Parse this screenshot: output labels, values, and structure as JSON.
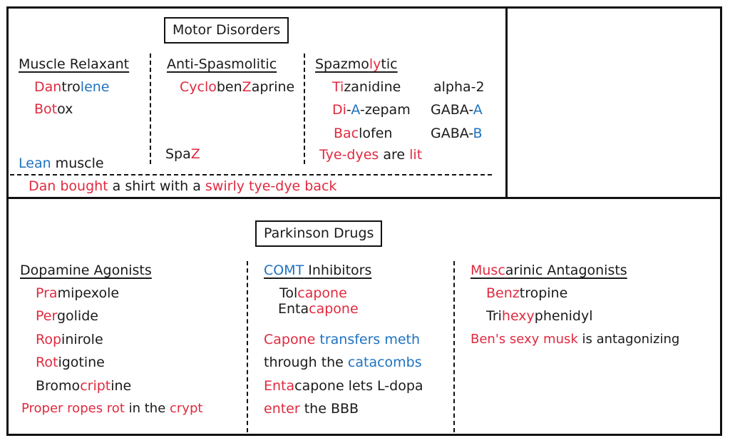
{
  "motor": {
    "title": "Motor Disorders",
    "muscle_relaxant": {
      "heading": "Muscle Relaxant",
      "drug1": {
        "a": "Dan",
        "b": "tro",
        "c": "lene"
      },
      "drug2": {
        "a": "Bot",
        "b": "ox"
      },
      "mnemonic": {
        "a": "Lean",
        "b": " muscle"
      }
    },
    "anti_spasmolitic": {
      "heading": "Anti-Spasmolitic",
      "drug1": {
        "a": "Cyclo",
        "b": "ben",
        "c": "Z",
        "d": "aprine"
      },
      "mnemonic": {
        "a": "Spa",
        "b": "Z"
      }
    },
    "spazmolytic": {
      "heading": {
        "a": "Spazmo",
        "b": "ly",
        "c": "t",
        "d": "ic"
      },
      "drug1": {
        "a": "Ti",
        "b": "zanidine"
      },
      "drug1_class": "alpha-2",
      "drug2": {
        "a": "Di",
        "b": "-",
        "c": "A",
        "d": "-zepam"
      },
      "drug2_class": {
        "a": "GABA-",
        "b": "A"
      },
      "drug3": {
        "a": "Bac",
        "b": "lofen"
      },
      "drug3_class": {
        "a": "GABA-",
        "b": "B"
      },
      "mnemonic": {
        "a": "Tye-dyes",
        "b": " are ",
        "c": "lit"
      }
    },
    "summary": {
      "a": "Dan bought",
      "b": " a shirt with a ",
      "c": "swirly tye-dye back"
    }
  },
  "parkinson": {
    "title": "Parkinson Drugs",
    "dopamine": {
      "heading": "Dopamine Agonists",
      "drugs": [
        {
          "a": "Pra",
          "b": "mipexole"
        },
        {
          "a": "Per",
          "b": "golide"
        },
        {
          "a": "Rop",
          "b": "inirole"
        },
        {
          "a": "Rot",
          "b": "igotine"
        },
        {
          "a": "Bromo",
          "b": "cript",
          "c": "ine"
        }
      ],
      "mnemonic": {
        "a": "Proper ropes rot",
        "b": " in the ",
        "c": "crypt"
      }
    },
    "comt": {
      "heading": {
        "a": "COMT",
        "b": " Inhibitors"
      },
      "drug1": {
        "a": "Tol",
        "b": "capone"
      },
      "drug2": {
        "a": "Enta",
        "b": "capone"
      },
      "line1": {
        "a": "Capone",
        "b": " transfers meth"
      },
      "line2": {
        "a": "through the ",
        "b": "catacombs"
      },
      "line3": {
        "a": "Enta",
        "b": "capone lets L-dopa"
      },
      "line4": {
        "a": "enter",
        "b": " the BBB"
      }
    },
    "muscarinic": {
      "heading": {
        "a": "Musc",
        "b": "arinic Antagonists"
      },
      "drug1": {
        "a": "Benz",
        "b": "tropine"
      },
      "drug2": {
        "a": "Tri",
        "b": "hexy",
        "c": "phenidyl"
      },
      "mnemonic": {
        "a": "Ben's sexy musk",
        "b": " is antagonizing"
      }
    }
  }
}
